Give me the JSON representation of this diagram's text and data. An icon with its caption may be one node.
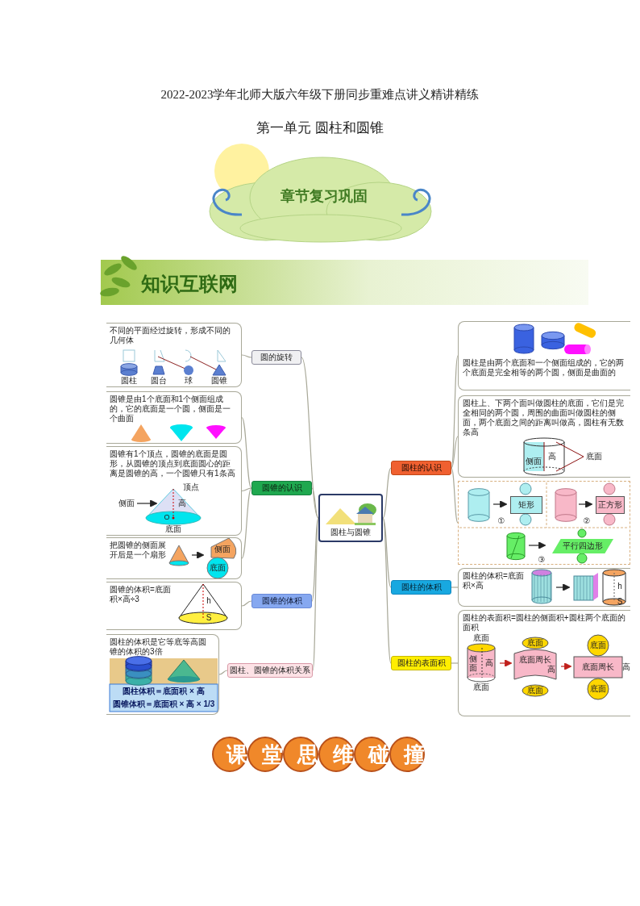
{
  "diagram": {
    "title": "2022-2023学年北师大版六年级下册同步重难点讲义精讲精练",
    "nodes": [
      {
        "text": [
          "圆柱与圆锥"
        ]
      },
      {
        "text": [
          "圆的旋转"
        ]
      },
      {
        "text": [
          "圆锥的认识"
        ]
      },
      {
        "text": [
          "圆锥的体积"
        ]
      },
      {
        "text": [
          "圆柱、圆锥的体积关系"
        ]
      },
      {
        "text": [
          "圆柱的认识"
        ]
      },
      {
        "text": [
          "圆柱的体积"
        ]
      },
      {
        "text": [
          "圆柱的表面积"
        ]
      },
      {
        "text": [
          "不同的平面经过旋转，形成不同的几何体"
        ]
      },
      {
        "text": [
          "圆锥是由1个底面和1个侧面组成的，它的底面是一个圆，侧面是一个曲面"
        ]
      },
      {
        "text": [
          "圆锥有1个顶点，圆锥的底面是圆形，从圆锥的顶点到底面圆心的距离是圆锥的高，一个圆锥只有1条高"
        ]
      },
      {
        "text": [
          "把圆锥的侧面展开后是一个扇形"
        ]
      },
      {
        "text": [
          "圆锥的体积=底面积×高÷3"
        ]
      },
      {
        "text": [
          "圆柱的体积是它等底等高圆锥的体积的3倍"
        ]
      },
      {
        "text": [
          "圆柱是由两个底面和一个侧面组成的，它的两个底面是完全相等的两个圆，侧面是曲面的"
        ]
      },
      {
        "text": [
          "圆柱上、下两个面叫做圆柱的底面，它们是完全相同的两个圆，周围的曲面叫做圆柱的侧面，两个底面之间的距离叫做高，圆柱有无数条高"
        ]
      },
      {
        "text": [],
        "shape": "box"
      },
      {
        "text": [
          "矩形"
        ],
        "in": 16
      },
      {
        "text": [
          "正方形"
        ],
        "in": 16
      },
      {
        "text": [
          "平行四边形"
        ],
        "in": 16
      },
      {
        "text": [
          "圆柱的体积=底面积×高"
        ]
      },
      {
        "text": [
          "圆柱的表面积=圆柱的侧面积+圆柱两个底面的面积"
        ]
      }
    ],
    "edges": [
      {
        "from": 0,
        "to": 1,
        "arrow": "none"
      },
      {
        "from": 0,
        "to": 2,
        "arrow": "none"
      },
      {
        "from": 0,
        "to": 3,
        "arrow": "none"
      },
      {
        "from": 0,
        "to": 4,
        "arrow": "none"
      },
      {
        "from": 0,
        "to": 5,
        "arrow": "none"
      },
      {
        "from": 0,
        "to": 6,
        "arrow": "none"
      },
      {
        "from": 0,
        "to": 7,
        "arrow": "none"
      },
      {
        "from": 1,
        "to": 8,
        "arrow": "none"
      },
      {
        "from": 2,
        "to": 9,
        "arrow": "none"
      },
      {
        "from": 2,
        "to": 10,
        "arrow": "none"
      },
      {
        "from": 2,
        "to": 11,
        "arrow": "none"
      },
      {
        "from": 3,
        "to": 12,
        "arrow": "none"
      },
      {
        "from": 4,
        "to": 13,
        "arrow": "none"
      },
      {
        "from": 5,
        "to": 14,
        "arrow": "none"
      },
      {
        "from": 5,
        "to": 15,
        "arrow": "none"
      },
      {
        "from": 5,
        "to": 16,
        "arrow": "none"
      },
      {
        "from": 6,
        "to": 20,
        "arrow": "none"
      },
      {
        "from": 7,
        "to": 21,
        "arrow": "none"
      }
    ],
    "labels": [
      "第一单元 圆柱和圆锥",
      "章节复习巩固",
      "知识互联网",
      "圆柱",
      "圆台",
      "球",
      "圆锥",
      "顶点",
      "侧面",
      "高",
      "O",
      "底面",
      "侧面",
      "底面",
      "h",
      "S",
      "圆柱体积＝底面积 × 高",
      "圆锥体积＝底面积 × 高 × 1/3",
      "高",
      "底面",
      "侧面",
      "①",
      "②",
      "③",
      "h",
      "S",
      "底面",
      "侧面",
      "高",
      "底面",
      "底面",
      "底面周长",
      "高",
      "底面",
      "底面",
      "底面周长",
      "高",
      "底面",
      "课堂思维碰撞"
    ]
  }
}
